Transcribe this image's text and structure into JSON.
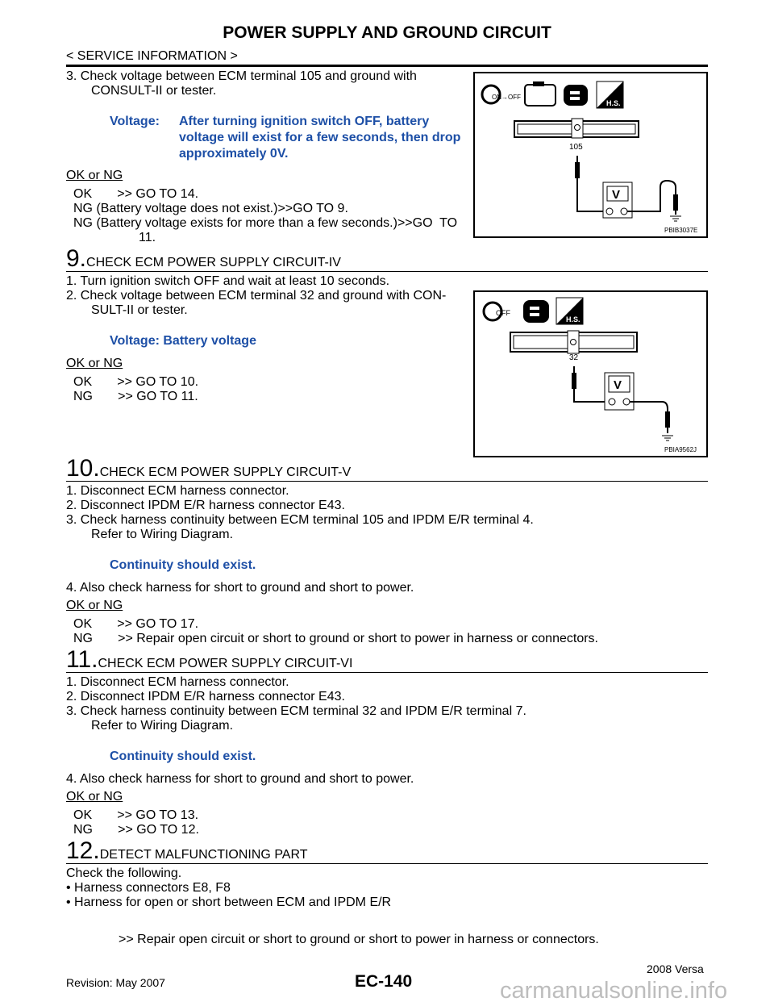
{
  "header": {
    "title": "POWER SUPPLY AND GROUND CIRCUIT",
    "breadcrumb": "< SERVICE INFORMATION >"
  },
  "step8_tail": {
    "item3a": "3.   Check voltage between ECM terminal 105 and ground with",
    "item3b": "CONSULT-II or tester.",
    "spec_label": "Voltage:",
    "spec1": "After turning ignition switch OFF, battery",
    "spec2": "voltage will exist for a few seconds, then drop",
    "spec3": "approximately 0V.",
    "okng": "OK or NG",
    "r1": "OK       >> GO TO 14.",
    "r2": "NG (Battery voltage does not exist.)>>GO TO 9.",
    "r3": "NG (Battery voltage exists for more than a few seconds.)>>GO  TO",
    "r3b": "11.",
    "figure": {
      "terminal": "105",
      "code": "PBIB3037E",
      "switch": "ON→OFF",
      "meter": "V",
      "hs": "H.S."
    }
  },
  "step9": {
    "num": "9.",
    "title": "CHECK ECM POWER SUPPLY CIRCUIT-IV",
    "l1": "1.   Turn ignition switch OFF and wait at least 10 seconds.",
    "l2": "2.   Check voltage between ECM terminal 32 and ground with CON-",
    "l3": "SULT-II or tester.",
    "spec": "Voltage: Battery voltage",
    "okng": "OK or NG",
    "r1": "OK       >> GO TO 10.",
    "r2": "NG       >> GO TO 11.",
    "figure": {
      "terminal": "32",
      "code": "PBIA9562J",
      "switch": "OFF",
      "meter": "V",
      "hs": "H.S."
    }
  },
  "step10": {
    "num": "10.",
    "title": "CHECK ECM POWER SUPPLY CIRCUIT-V",
    "l1": "1.   Disconnect ECM harness connector.",
    "l2": "2.   Disconnect IPDM E/R harness connector E43.",
    "l3": "3.   Check harness continuity between ECM terminal 105 and IPDM E/R terminal 4.",
    "l4": "Refer to Wiring Diagram.",
    "spec": "Continuity should exist.",
    "l5": "4.   Also check harness for short to ground and short to power.",
    "okng": "OK or NG",
    "r1": "OK       >> GO TO 17.",
    "r2": "NG       >> Repair open circuit or short to ground or short to power in harness or connectors."
  },
  "step11": {
    "num": "11.",
    "title": "CHECK ECM POWER SUPPLY CIRCUIT-VI",
    "l1": "1.   Disconnect ECM harness connector.",
    "l2": "2.   Disconnect IPDM E/R harness connector E43.",
    "l3": "3.   Check harness continuity between ECM terminal 32 and IPDM E/R terminal 7.",
    "l4": "Refer to Wiring Diagram.",
    "spec": "Continuity should exist.",
    "l5": "4.   Also check harness for short to ground and short to power.",
    "okng": "OK or NG",
    "r1": "OK       >> GO TO 13.",
    "r2": "NG       >> GO TO 12."
  },
  "step12": {
    "num": "12.",
    "title": "DETECT MALFUNCTIONING PART",
    "l1": "Check the following.",
    "b1": "•  Harness connectors E8, F8",
    "b2": "•  Harness for open or short between ECM and IPDM E/R",
    "r": ">> Repair open circuit or short to ground or short to power in harness or connectors."
  },
  "footer": {
    "revision": "Revision: May 2007",
    "page": "EC-140",
    "model": "2008 Versa",
    "watermark": "carmanualsonline.info"
  },
  "colors": {
    "spec_blue": "#1d4fa6"
  }
}
